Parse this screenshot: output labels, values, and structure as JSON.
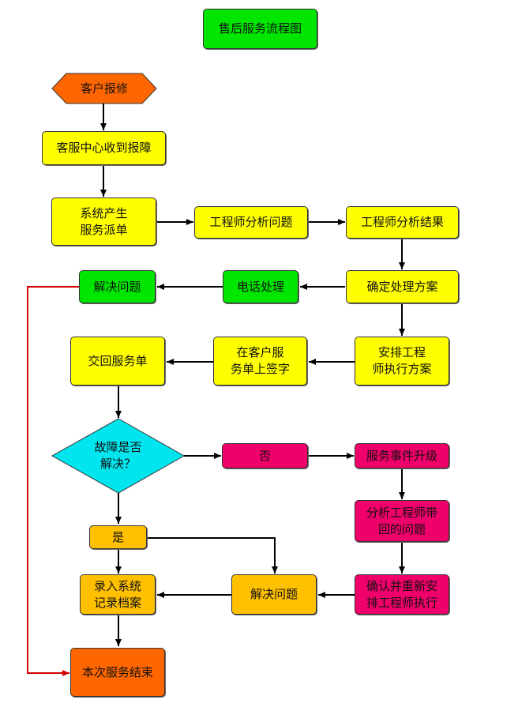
{
  "title": "售后服务流程图",
  "nodes": {
    "customer_report": "客户报修",
    "service_center": "客服中心收到报障",
    "dispatch": "系统产生\n服务派单",
    "engineer_analyze": "工程师分析问题",
    "engineer_result": "工程师分析结果",
    "decide_plan": "确定处理方案",
    "phone_handle": "电话处理",
    "solve_top": "解决问题",
    "arrange_engineer": "安排工程\n师执行方案",
    "customer_sign": "在客户服\n务单上签字",
    "return_order": "交回服务单",
    "fault_resolved": "故障是否\n解决？",
    "no": "否",
    "escalate": "服务事件升级",
    "analyze_returned": "分析工程师带\n回的问题",
    "yes": "是",
    "confirm_rearrange": "确认并重新安\n排工程师执行",
    "solve_bottom": "解决问题",
    "record": "录入系统\n记录档案",
    "end": "本次服务结束"
  },
  "colors": {
    "process": "#ffff00",
    "phone_branch": "#00e600",
    "escalation": "#f0006a",
    "resolution": "#ffc000",
    "terminal": "#ff6600",
    "decision": "#00e5ee",
    "red_connector": "#d40000"
  }
}
